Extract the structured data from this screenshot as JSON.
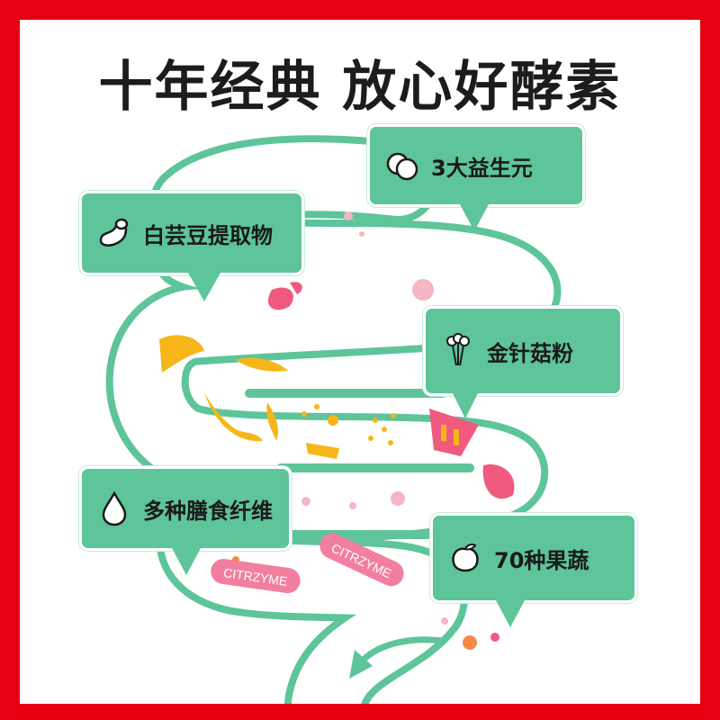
{
  "headline": "十年经典 放心好酵素",
  "colors": {
    "frame": "#e60012",
    "intestine_fill": "#ffffff",
    "intestine_outline": "#5ec49a",
    "bubble": "#5ec49a",
    "text": "#1c1c1c"
  },
  "callouts": [
    {
      "label": "3大益生元",
      "icon": "probiotic-circles-icon"
    },
    {
      "label": "白芸豆提取物",
      "icon": "kidney-bean-icon"
    },
    {
      "label": "金针菇粉",
      "icon": "enoki-mushroom-icon"
    },
    {
      "label": "多种膳食纤维",
      "icon": "water-drop-icon"
    },
    {
      "label": "70种果蔬",
      "icon": "peach-icon"
    }
  ],
  "pills": [
    "CITRZYME",
    "CITRZYME"
  ]
}
